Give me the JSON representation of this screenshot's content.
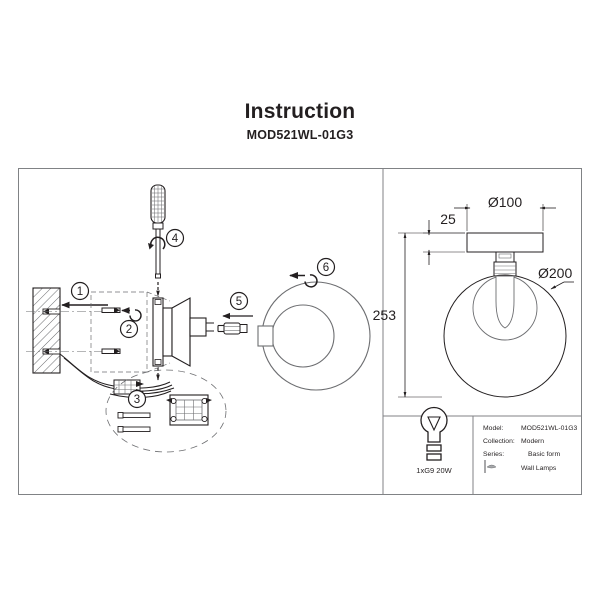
{
  "document": {
    "title": "Instruction",
    "model_code": "MOD521WL-01G3"
  },
  "steps": [
    {
      "number": "1",
      "name": "mount-wall-anchors"
    },
    {
      "number": "2",
      "name": "align-bracket"
    },
    {
      "number": "3",
      "name": "wire-terminal-block"
    },
    {
      "number": "4",
      "name": "tighten-screws"
    },
    {
      "number": "5",
      "name": "insert-bulb"
    },
    {
      "number": "6",
      "name": "attach-globe-shade"
    }
  ],
  "dimensions": {
    "canopy_diameter": "Ø100",
    "canopy_height": "25",
    "total_height": "253",
    "globe_diameter": "Ø200"
  },
  "bulb": {
    "spec": "1xG9 20W"
  },
  "specs": [
    {
      "label": "Model:",
      "value": "MOD521WL-01G3"
    },
    {
      "label": "Collection:",
      "value": "Modern"
    },
    {
      "label": "Series:",
      "value": "Basic form"
    },
    {
      "label": "",
      "value": "Wall Lamps"
    }
  ],
  "colors": {
    "line": "#231f20",
    "thin_line": "#6d6e71",
    "frame": "#808285",
    "background": "#ffffff"
  }
}
